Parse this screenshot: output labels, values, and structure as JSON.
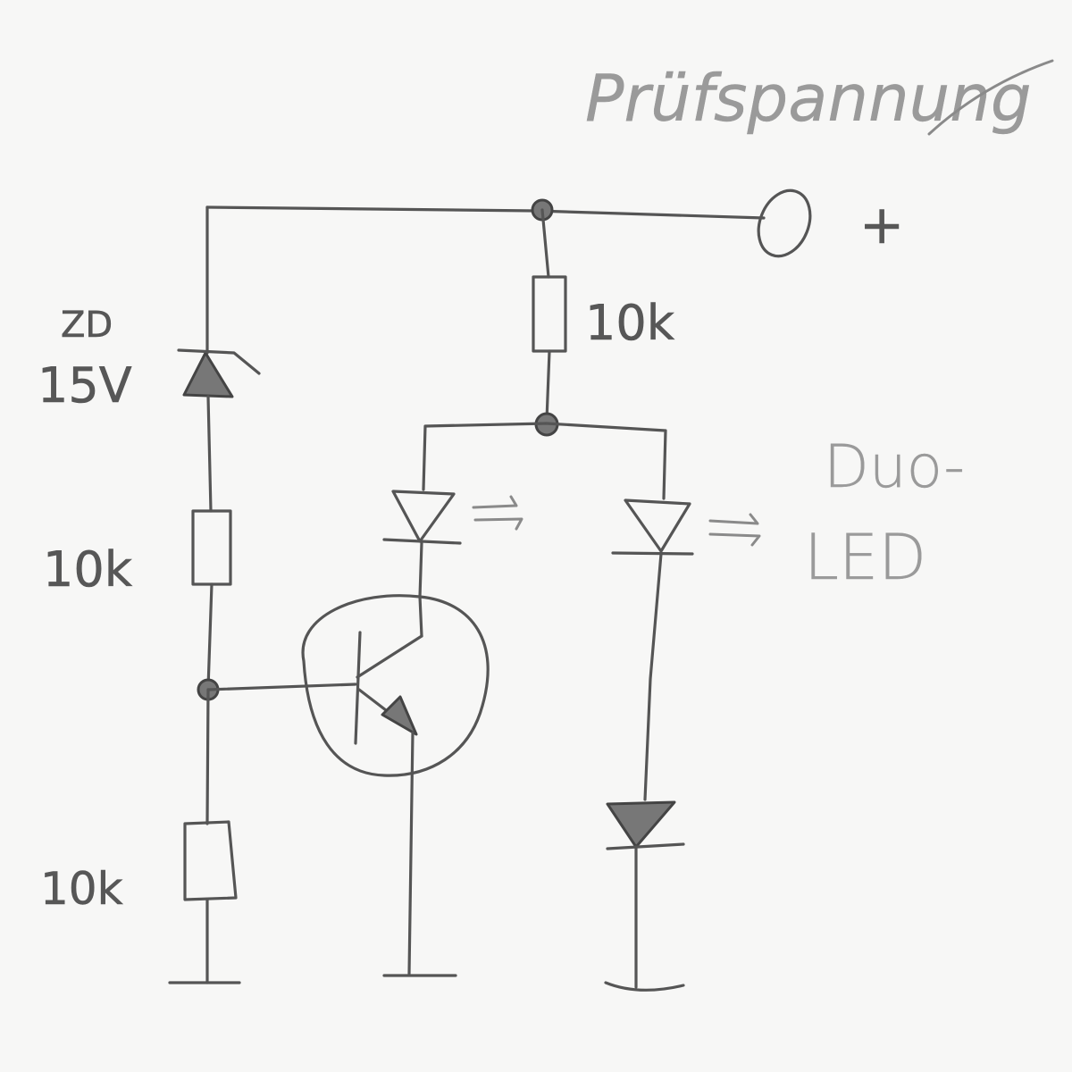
{
  "labels": {
    "title": "Prüfspannung",
    "plus": "+",
    "zener_name": "ZD",
    "zener_value": "15V",
    "r_top_value": "10k",
    "r_mid_value": "10k",
    "r_bottom_value": "10k",
    "duo_line1": "Duo-",
    "duo_line2": "LED"
  },
  "colors": {
    "pencil": "#555555",
    "paper": "#f7f7f6"
  }
}
